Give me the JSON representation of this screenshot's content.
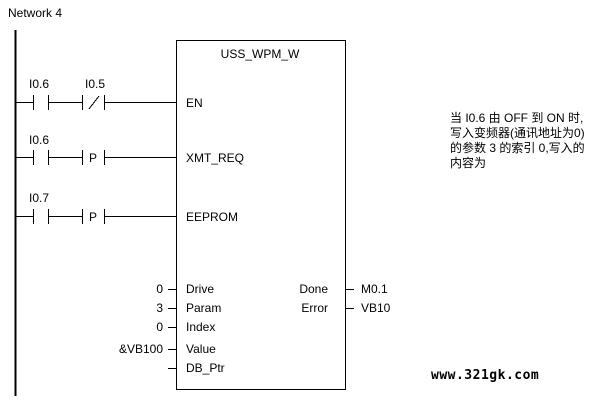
{
  "network": {
    "title": "Network 4"
  },
  "block": {
    "name": "USS_WPM_W"
  },
  "contacts": [
    {
      "addr": "I0.6",
      "type": "NO"
    },
    {
      "addr": "I0.5",
      "type": "NC"
    },
    {
      "addr": "I0.6",
      "type": "NO"
    },
    {
      "addr": "I0.7",
      "type": "NO"
    }
  ],
  "edge": {
    "label": "P"
  },
  "pins_in": {
    "en": "EN",
    "xmt_req": "XMT_REQ",
    "eeprom": "EEPROM",
    "drive": "Drive",
    "param": "Param",
    "index": "Index",
    "value": "Value",
    "db_ptr": "DB_Ptr"
  },
  "pins_out": {
    "done": "Done",
    "error": "Error"
  },
  "operands_in": {
    "drive": "0",
    "param": "3",
    "index": "0",
    "value": "&VB100",
    "db_ptr": ""
  },
  "operands_out": {
    "done": "M0.1",
    "error": "VB10"
  },
  "note": "当 I0.6 由 OFF 到 ON 时,写入变频器(通讯地址为0)的参数 3 的索引 0,写入的内容为",
  "watermark": "www.321gk.com",
  "colors": {
    "ink": "#000000",
    "background": "#ffffff"
  }
}
